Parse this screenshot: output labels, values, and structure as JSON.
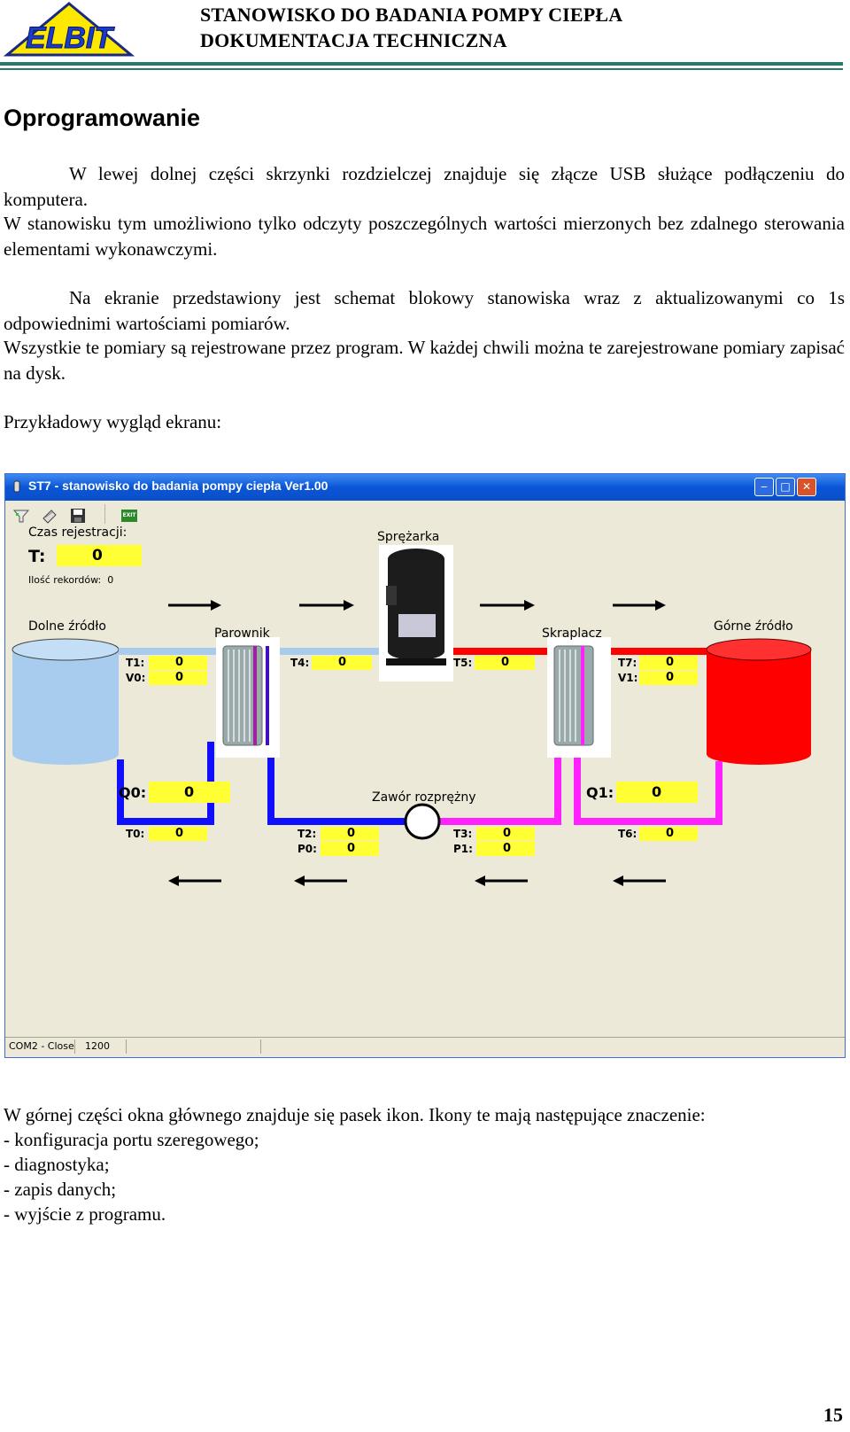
{
  "header": {
    "logo_text": "ELBIT",
    "line1": "STANOWISKO DO BADANIA POMPY CIEPŁA",
    "line2": "DOKUMENTACJA TECHNICZNA"
  },
  "section_title": "Oprogramowanie",
  "paragraphs": {
    "p1": "W lewej dolnej części skrzynki rozdzielczej znajduje się złącze USB służące podłączeniu do komputera.",
    "p2": "W stanowisku tym umożliwiono tylko odczyty poszczególnych wartości mierzonych bez zdalnego sterowania elementami wykonawczymi.",
    "p3": "Na ekranie przedstawiony jest schemat blokowy stanowiska wraz z aktualizowanymi co 1s odpowiednimi wartościami pomiarów.",
    "p4": "Wszystkie te pomiary są rejestrowane przez program. W każdej chwili można te zarejestrowane pomiary zapisać na dysk.",
    "p5": "Przykładowy wygląd ekranu:"
  },
  "app": {
    "title": "ST7 - stanowisko do badania pompy ciepła Ver1.00",
    "toolbar_exit": "EXIT",
    "czas_label": "Czas rejestracji:",
    "t_label": "T:",
    "t_value": "0",
    "records_label": "Ilość rekordów:",
    "records_value": "0",
    "labels": {
      "dolne": "Dolne źródło",
      "parownik": "Parownik",
      "sprezarka": "Sprężarka",
      "skraplacz": "Skraplacz",
      "gorne": "Górne źródło",
      "zawor": "Zawór rozprężny"
    },
    "readings": {
      "t1": {
        "label": "T1:",
        "value": "0"
      },
      "v0": {
        "label": "V0:",
        "value": "0"
      },
      "t4": {
        "label": "T4:",
        "value": "0"
      },
      "t5": {
        "label": "T5:",
        "value": "0"
      },
      "t7": {
        "label": "T7:",
        "value": "0"
      },
      "v1": {
        "label": "V1:",
        "value": "0"
      },
      "q0": {
        "label": "Q0:",
        "value": "0"
      },
      "q1": {
        "label": "Q1:",
        "value": "0"
      },
      "t0": {
        "label": "T0:",
        "value": "0"
      },
      "t2": {
        "label": "T2:",
        "value": "0"
      },
      "p0": {
        "label": "P0:",
        "value": "0"
      },
      "t3": {
        "label": "T3:",
        "value": "0"
      },
      "p1": {
        "label": "P1:",
        "value": "0"
      },
      "t6": {
        "label": "T6:",
        "value": "0"
      }
    },
    "status": {
      "port": "COM2 - Close",
      "baud": "1200"
    }
  },
  "after_text": {
    "intro": "W górnej części okna głównego znajduje się pasek ikon. Ikony te mają następujące znaczenie:",
    "items": [
      "- konfiguracja portu szeregowego;",
      "- diagnostyka;",
      "- zapis danych;",
      "- wyjście z programu."
    ]
  },
  "page_number": "15",
  "colors": {
    "header_rule": "#2a7a6a",
    "hot": "#ff0000",
    "cold": "#a8ccee",
    "magenta": "#ff22ff",
    "blue": "#1010ff",
    "value_box": "#ffff33"
  }
}
